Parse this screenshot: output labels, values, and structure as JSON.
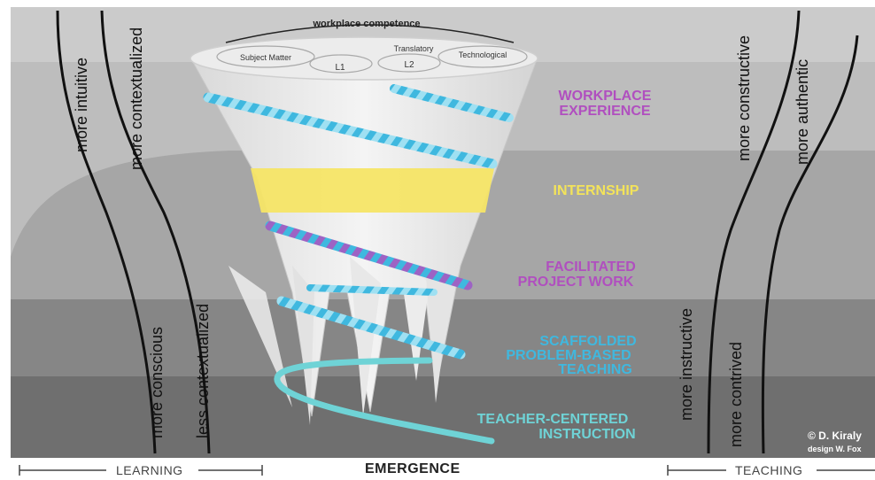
{
  "top_arc": {
    "title": "workplace competence"
  },
  "cone_labels": {
    "subject_matter": "Subject Matter",
    "translatory": "Translatory",
    "technological": "Technological",
    "l1": "L1",
    "l2": "L2"
  },
  "stages": [
    {
      "line1": "WORKPLACE",
      "line2": "EXPERIENCE",
      "color": "#b04fbf"
    },
    {
      "line1": "INTERNSHIP",
      "line2": "",
      "color": "#f3e35a"
    },
    {
      "line1": "FACILITATED",
      "line2": "PROJECT WORK",
      "color": "#b04fbf"
    },
    {
      "line1": "SCAFFOLDED",
      "line2": "PROBLEM-BASED",
      "line3": "TEACHING",
      "color": "#3fb8df"
    },
    {
      "line1": "TEACHER-CENTERED",
      "line2": "INSTRUCTION",
      "color": "#6fd3d6"
    }
  ],
  "left_curves": {
    "outer_top": "more intuitive",
    "inner_top": "more contextualized",
    "inner_bottom": "less contextualized",
    "outer_bottom": "more conscious"
  },
  "right_curves": {
    "inner_top": "more constructive",
    "outer_top": "more authentic",
    "inner_bottom": "more instructive",
    "outer_bottom": "more contrived"
  },
  "bottom_axis": {
    "learning": "LEARNING",
    "emergence": "EMERGENCE",
    "teaching": "TEACHING"
  },
  "credits": {
    "author": "© D. Kiraly",
    "design": "design W. Fox"
  }
}
